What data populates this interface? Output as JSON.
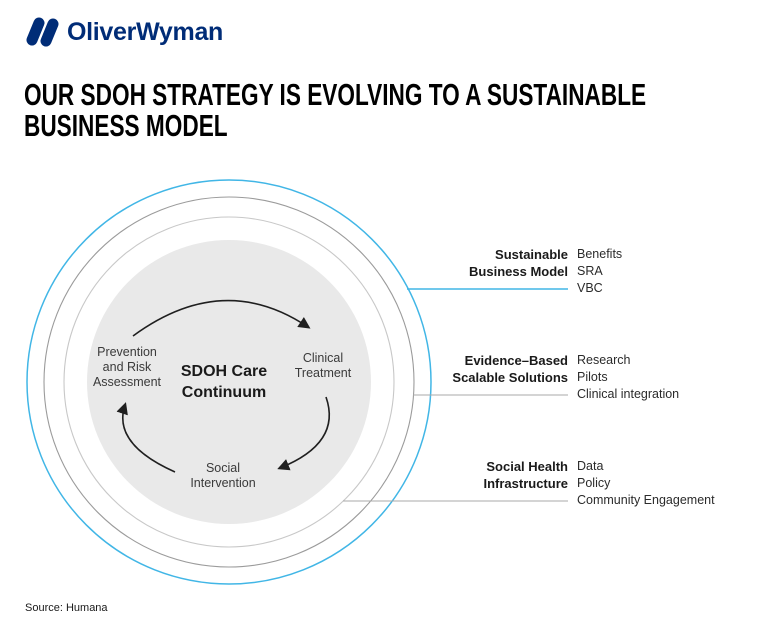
{
  "brand": {
    "name": "OliverWyman",
    "color": "#002C77"
  },
  "title": {
    "line1": "OUR SDOH STRATEGY IS EVOLVING TO A SUSTAINABLE",
    "line2": "BUSINESS MODEL"
  },
  "colors": {
    "brand_navy": "#002C77",
    "accent_blue": "#41B6E6",
    "ring_gray_outer": "#9B9B9B",
    "ring_gray_inner": "#C8C8C8",
    "fill_circle": "#E9E9E9",
    "connector_gray": "#AAAAAA",
    "arrow_black": "#1F1F1F"
  },
  "diagram": {
    "center_label": {
      "line1": "SDOH Care",
      "line2": "Continuum"
    },
    "cycle": {
      "prevention": {
        "line1": "Prevention",
        "line2": "and Risk",
        "line3": "Assessment"
      },
      "clinical": {
        "line1": "Clinical",
        "line2": "Treatment"
      },
      "social": {
        "line1": "Social",
        "line2": "Intervention"
      }
    }
  },
  "annotations": [
    {
      "label_line1": "Sustainable",
      "label_line2": "Business Model",
      "items": [
        "Benefits",
        "SRA",
        "VBC"
      ],
      "line_color": "#41B6E6"
    },
    {
      "label_line1": "Evidence–Based",
      "label_line2": "Scalable Solutions",
      "items": [
        "Research",
        "Pilots",
        "Clinical integration"
      ],
      "line_color": "#AAAAAA"
    },
    {
      "label_line1": "Social Health",
      "label_line2": "Infrastructure",
      "items": [
        "Data",
        "Policy",
        "Community Engagement"
      ],
      "line_color": "#AAAAAA"
    }
  ],
  "source": "Source: Humana"
}
